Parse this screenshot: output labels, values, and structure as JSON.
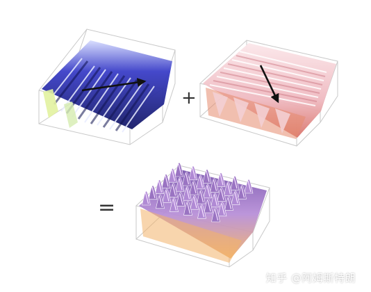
{
  "operators": {
    "plus": "+",
    "equals": "="
  },
  "watermark": "知乎 @阿姆斯特朗",
  "surfaces": [
    {
      "id": "blue-wave-surface",
      "colors": [
        "#1a1f7a",
        "#3b3fc8",
        "#cfe9a8"
      ],
      "arrow": "right"
    },
    {
      "id": "pink-wave-surface",
      "colors": [
        "#e07a6a",
        "#f2c0c6",
        "#fbe3e6"
      ],
      "arrow": "down"
    },
    {
      "id": "sum-egg-crate-surface",
      "colors": [
        "#f2b06a",
        "#a780c8",
        "#6a48a0"
      ],
      "arrow": "none"
    }
  ],
  "box_color": "#c8c8c8",
  "arrow_color": "#111111"
}
